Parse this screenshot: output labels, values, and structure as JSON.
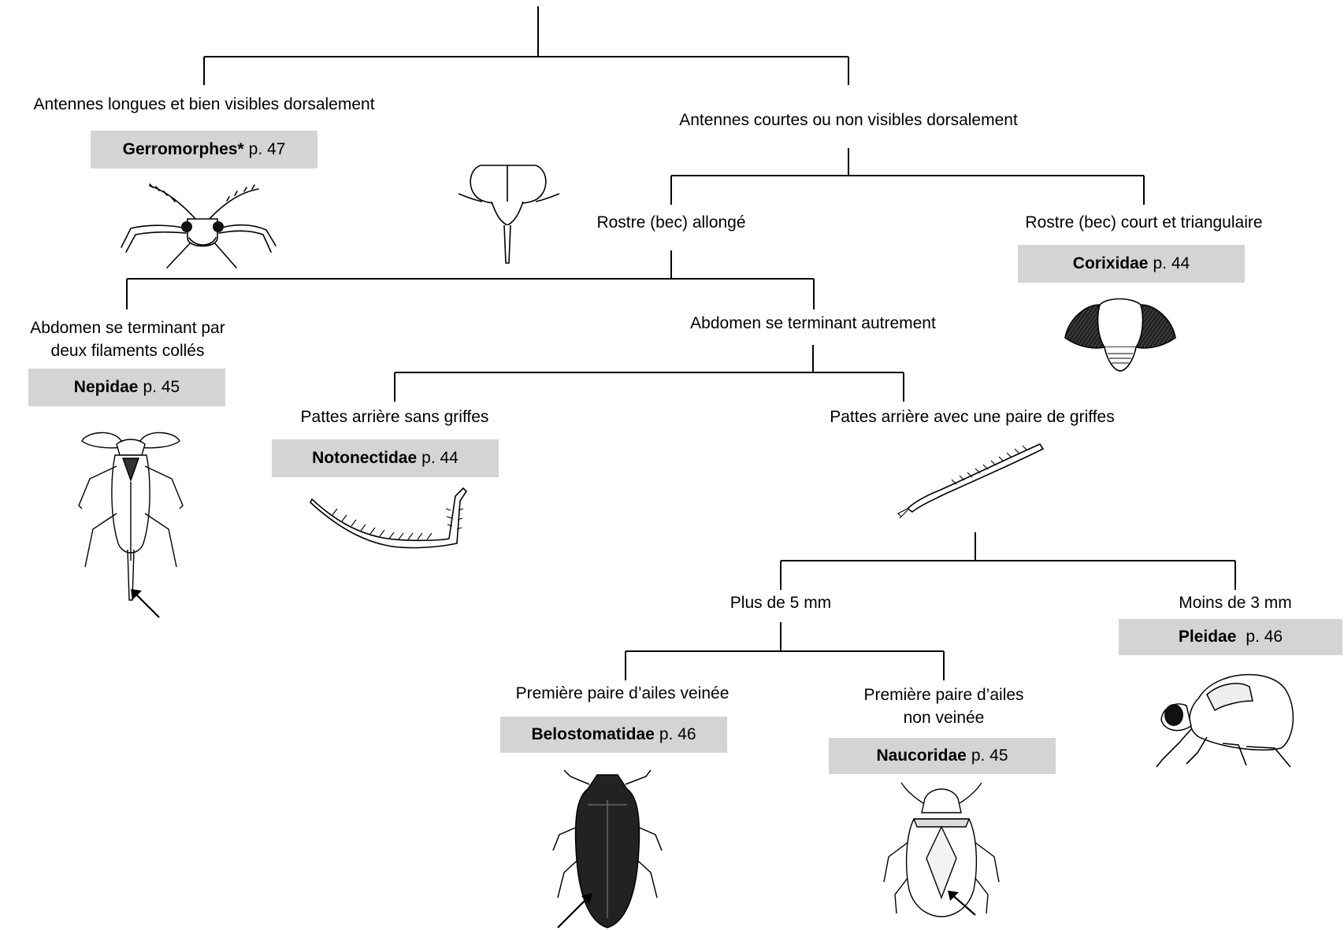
{
  "nodes": {
    "antennae_long": "Antennes longues et bien visibles dorsalement",
    "antennae_short": "Antennes courtes ou non visibles dorsalement",
    "rostrum_long": "Rostre (bec) allongé",
    "rostrum_short": "Rostre (bec) court et triangulaire",
    "abdomen_filaments_line1": "Abdomen se terminant par",
    "abdomen_filaments_line2": "deux filaments collés",
    "abdomen_other": "Abdomen se terminant autrement",
    "legs_no_claws": "Pattes arrière sans griffes",
    "legs_claws": "Pattes arrière avec une paire de griffes",
    "over_5mm": "Plus de 5 mm",
    "under_3mm": "Moins de 3 mm",
    "wings_veined": "Première paire d’ailes veinée",
    "wings_not_veined_line1": "Première paire d’ailes",
    "wings_not_veined_line2": "non veinée"
  },
  "taxa": {
    "gerromorphes": {
      "name": "Gerromorphes*",
      "page": "p. 47"
    },
    "corixidae": {
      "name": "Corixidae",
      "page": "p. 44"
    },
    "nepidae": {
      "name": "Nepidae",
      "page": "p. 45"
    },
    "notonectidae": {
      "name": "Notonectidae",
      "page": "p. 44"
    },
    "pleidae": {
      "name": "Pleidae",
      "page": "p. 46"
    },
    "belostomatidae": {
      "name": "Belostomatidae",
      "page": "p. 46"
    },
    "naucoridae": {
      "name": "Naucoridae",
      "page": "p. 45"
    }
  },
  "colors": {
    "box": "#d4d4d4",
    "line": "#000000"
  }
}
